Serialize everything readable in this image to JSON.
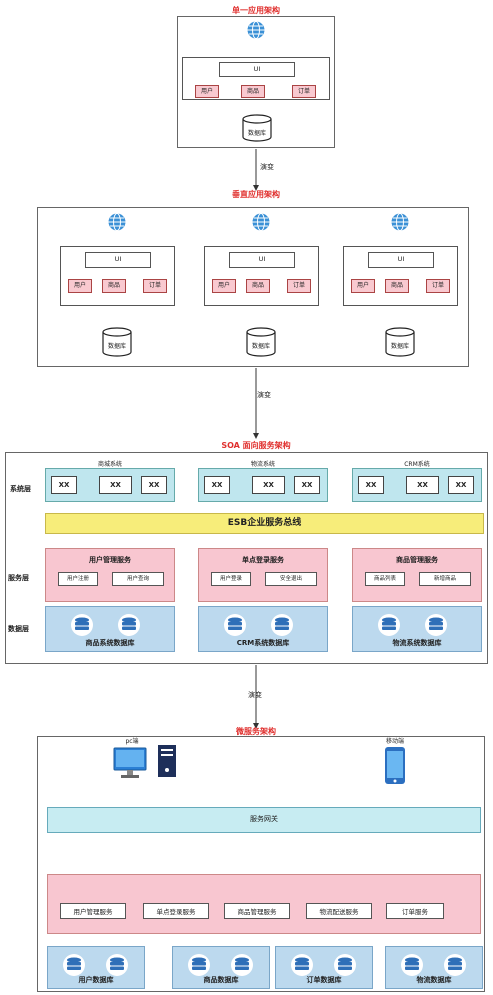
{
  "section1": {
    "title": "单一应用架构",
    "ui": "UI",
    "modules": [
      "用户",
      "商品",
      "订单"
    ],
    "db": "数据库"
  },
  "evolve1": "演变",
  "section2": {
    "title": "垂直应用架构",
    "columns": [
      {
        "ui": "UI",
        "modules": [
          "用户",
          "商品",
          "订单"
        ],
        "db": "数据库"
      },
      {
        "ui": "UI",
        "modules": [
          "用户",
          "商品",
          "订单"
        ],
        "db": "数据库"
      },
      {
        "ui": "UI",
        "modules": [
          "用户",
          "商品",
          "订单"
        ],
        "db": "数据库"
      }
    ]
  },
  "evolve2": "演变",
  "section3": {
    "title": "SOA 面向服务架构",
    "layers": {
      "system": "系统层",
      "service": "服务层",
      "data": "数据层"
    },
    "systems": [
      {
        "name": "商城系统",
        "items": [
          "XX",
          "XX",
          "XX"
        ]
      },
      {
        "name": "物流系统",
        "items": [
          "XX",
          "XX",
          "XX"
        ]
      },
      {
        "name": "CRM系统",
        "items": [
          "XX",
          "XX",
          "XX"
        ]
      }
    ],
    "esb": "ESB企业服务总线",
    "services": [
      {
        "name": "用户管理服务",
        "ops": [
          "用户注册",
          "用户查询"
        ]
      },
      {
        "name": "单点登录服务",
        "ops": [
          "用户登录",
          "安全退出"
        ]
      },
      {
        "name": "商品管理服务",
        "ops": [
          "商品列表",
          "新增商品"
        ]
      }
    ],
    "databases": [
      "商品系统数据库",
      "CRM系统数据库",
      "物流系统数据库"
    ]
  },
  "evolve3": "演变",
  "section4": {
    "title": "微服务架构",
    "pc_label": "pc端",
    "mobile_label": "移动端",
    "gateway": "服务网关",
    "services": [
      "用户管理服务",
      "单点登录服务",
      "商品管理服务",
      "物流配送服务",
      "订单服务"
    ],
    "databases": [
      "用户数据库",
      "商品数据库",
      "订单数据库",
      "物流数据库"
    ]
  },
  "colors": {
    "title_red": "#e0302e",
    "esb_yellow": "#f7ed7a",
    "service_pink": "#f8c6d0",
    "db_blue": "#bcd9ee",
    "gateway_cyan": "#c7ecf2"
  }
}
